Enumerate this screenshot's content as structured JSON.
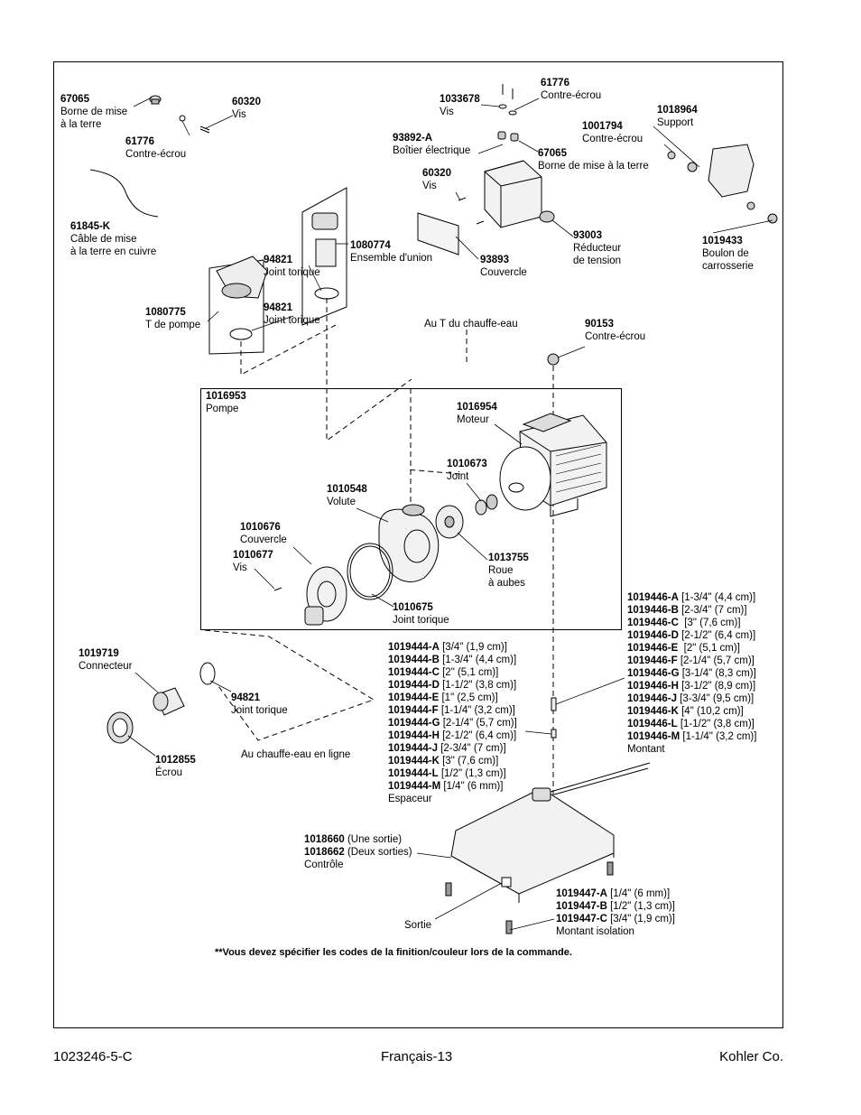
{
  "parts": {
    "p67065_a": {
      "code": "67065",
      "desc": "Borne de mise\nà la terre"
    },
    "p61776_a": {
      "code": "61776",
      "desc": "Contre-écrou"
    },
    "p60320_a": {
      "code": "60320",
      "desc": "Vis"
    },
    "p61845k": {
      "code": "61845-K",
      "desc": "Câble de mise\nà la terre en cuivre"
    },
    "p1080774": {
      "code": "1080774",
      "desc": "Ensemble d'union"
    },
    "p94821_a": {
      "code": "94821",
      "desc": "Joint torique"
    },
    "p94821_b": {
      "code": "94821",
      "desc": "Joint torique"
    },
    "p1080775": {
      "code": "1080775",
      "desc": "T de pompe"
    },
    "p1033678": {
      "code": "1033678",
      "desc": "Vis"
    },
    "p61776_b": {
      "code": "61776",
      "desc": "Contre-écrou"
    },
    "p1018964": {
      "code": "1018964",
      "desc": "Support"
    },
    "p1001794": {
      "code": "1001794",
      "desc": "Contre-écrou"
    },
    "p93892a": {
      "code": "93892-A",
      "desc": "Boîtier électrique"
    },
    "p67065_b": {
      "code": "67065",
      "desc": "Borne de mise à la terre"
    },
    "p60320_b": {
      "code": "60320",
      "desc": "Vis"
    },
    "p93003": {
      "code": "93003",
      "desc": "Réducteur\nde tension"
    },
    "p93893": {
      "code": "93893",
      "desc": "Couvercle"
    },
    "p1019433": {
      "code": "1019433",
      "desc": "Boulon de\ncarrosserie"
    },
    "p90153": {
      "code": "90153",
      "desc": "Contre-écrou"
    },
    "p1016953": {
      "code": "1016953",
      "desc": "Pompe"
    },
    "p1016954": {
      "code": "1016954",
      "desc": "Moteur"
    },
    "p1010673": {
      "code": "1010673",
      "desc": "Joint"
    },
    "p1010548": {
      "code": "1010548",
      "desc": "Volute"
    },
    "p1010676": {
      "code": "1010676",
      "desc": "Couvercle"
    },
    "p1010677": {
      "code": "1010677",
      "desc": "Vis"
    },
    "p1013755": {
      "code": "1013755",
      "desc": "Roue\nà aubes"
    },
    "p1010675": {
      "code": "1010675",
      "desc": "Joint torique"
    },
    "p1019719": {
      "code": "1019719",
      "desc": "Connecteur"
    },
    "p94821_c": {
      "code": "94821",
      "desc": "Joint torique"
    },
    "p1012855": {
      "code": "1012855",
      "desc": "Écrou"
    }
  },
  "callouts": {
    "water_heater_tee": "Au T du chauffe-eau",
    "inline_heater": "Au chauffe-eau en ligne",
    "outlet": "Sortie"
  },
  "spacers": {
    "title": "Espaceur",
    "rows": [
      {
        "code": "1019444-A",
        "size": " [3/4\" (1,9 cm)]"
      },
      {
        "code": "1019444-B",
        "size": " [1-3/4\" (4,4 cm)]"
      },
      {
        "code": "1019444-C",
        "size": " [2\" (5,1 cm)]"
      },
      {
        "code": "1019444-D",
        "size": " [1-1/2\" (3,8 cm)]"
      },
      {
        "code": "1019444-E",
        "size": " [1\" (2,5 cm)]"
      },
      {
        "code": "1019444-F",
        "size": " [1-1/4\" (3,2 cm)]"
      },
      {
        "code": "1019444-G",
        "size": " [2-1/4\" (5,7 cm)]"
      },
      {
        "code": "1019444-H",
        "size": " [2-1/2\" (6,4 cm)]"
      },
      {
        "code": "1019444-J",
        "size": " [2-3/4\" (7 cm)]"
      },
      {
        "code": "1019444-K",
        "size": " [3\" (7,6 cm)]"
      },
      {
        "code": "1019444-L",
        "size": " [1/2\" (1,3 cm)]"
      },
      {
        "code": "1019444-M",
        "size": " [1/4\" (6 mm)]"
      }
    ]
  },
  "uprights": {
    "title": "Montant",
    "rows": [
      {
        "code": "1019446-A",
        "size": " [1-3/4\" (4,4 cm)]"
      },
      {
        "code": "1019446-B",
        "size": " [2-3/4\" (7 cm)]"
      },
      {
        "code": "1019446-C",
        "size": "  [3\" (7,6 cm)]"
      },
      {
        "code": "1019446-D",
        "size": " [2-1/2\" (6,4 cm)]"
      },
      {
        "code": "1019446-E",
        "size": "  [2\" (5,1 cm)]"
      },
      {
        "code": "1019446-F",
        "size": " [2-1/4\" (5,7 cm)]"
      },
      {
        "code": "1019446-G",
        "size": " [3-1/4\" (8,3 cm)]"
      },
      {
        "code": "1019446-H",
        "size": " [3-1/2\" (8,9 cm)]"
      },
      {
        "code": "1019446-J",
        "size": " [3-3/4\" (9,5 cm)]"
      },
      {
        "code": "1019446-K",
        "size": " [4\" (10,2 cm)]"
      },
      {
        "code": "1019446-L",
        "size": " [1-1/2\" (3,8 cm)]"
      },
      {
        "code": "1019446-M",
        "size": " [1-1/4\" (3,2 cm)]"
      }
    ]
  },
  "isolation": {
    "title": "Montant isolation",
    "rows": [
      {
        "code": "1019447-A",
        "size": " [1/4\" (6 mm)]"
      },
      {
        "code": "1019447-B",
        "size": " [1/2\" (1,3 cm)]"
      },
      {
        "code": "1019447-C",
        "size": " [3/4\" (1,9 cm)]"
      }
    ]
  },
  "control": {
    "title": "Contrôle",
    "rows": [
      {
        "code": "1018660",
        "size": " (Une sortie)"
      },
      {
        "code": "1018662",
        "size": " (Deux sorties)"
      }
    ]
  },
  "note": "**Vous devez spécifier les codes de la finition/couleur lors de la commande.",
  "footer": {
    "left": "1023246-5-C",
    "center": "Français-13",
    "right": "Kohler Co."
  }
}
